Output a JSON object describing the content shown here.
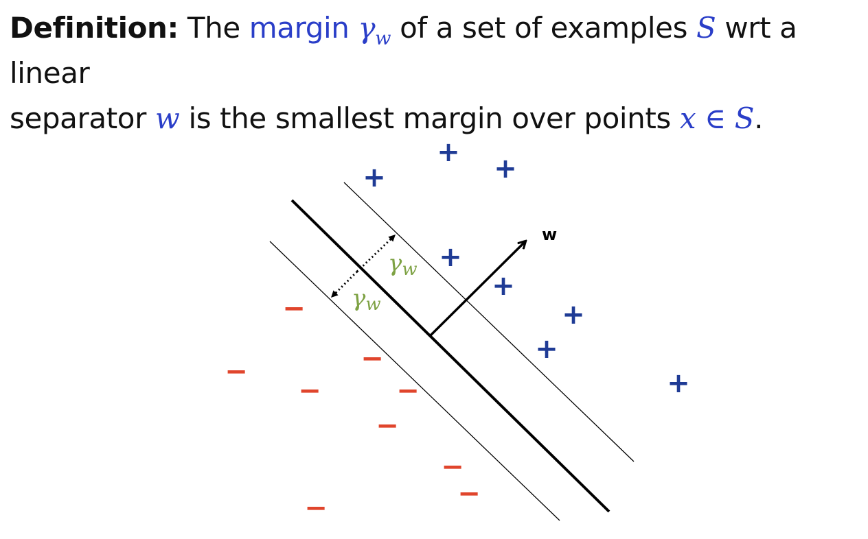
{
  "definition": {
    "label": "Definition:",
    "part1": "The",
    "term": "margin",
    "gamma_symbol": "γ",
    "gamma_sub": "w",
    "part2": "of a set of examples",
    "set_S": "S",
    "part3": "wrt a linear",
    "part4": "separator",
    "w_symbol": "w",
    "part5": "is the smallest margin over points",
    "x_symbol": "x",
    "in_symbol": "∈",
    "set_S2": "S",
    "period": "."
  },
  "diagram": {
    "w_label": "w",
    "gamma_label_upper": "γw",
    "gamma_label_lower": "γw",
    "plus_symbol": "+",
    "minus_symbol": "−",
    "colors": {
      "positive": "#1f3b95",
      "negative": "#e0452c",
      "gamma": "#7ea244",
      "line": "#000000"
    }
  }
}
